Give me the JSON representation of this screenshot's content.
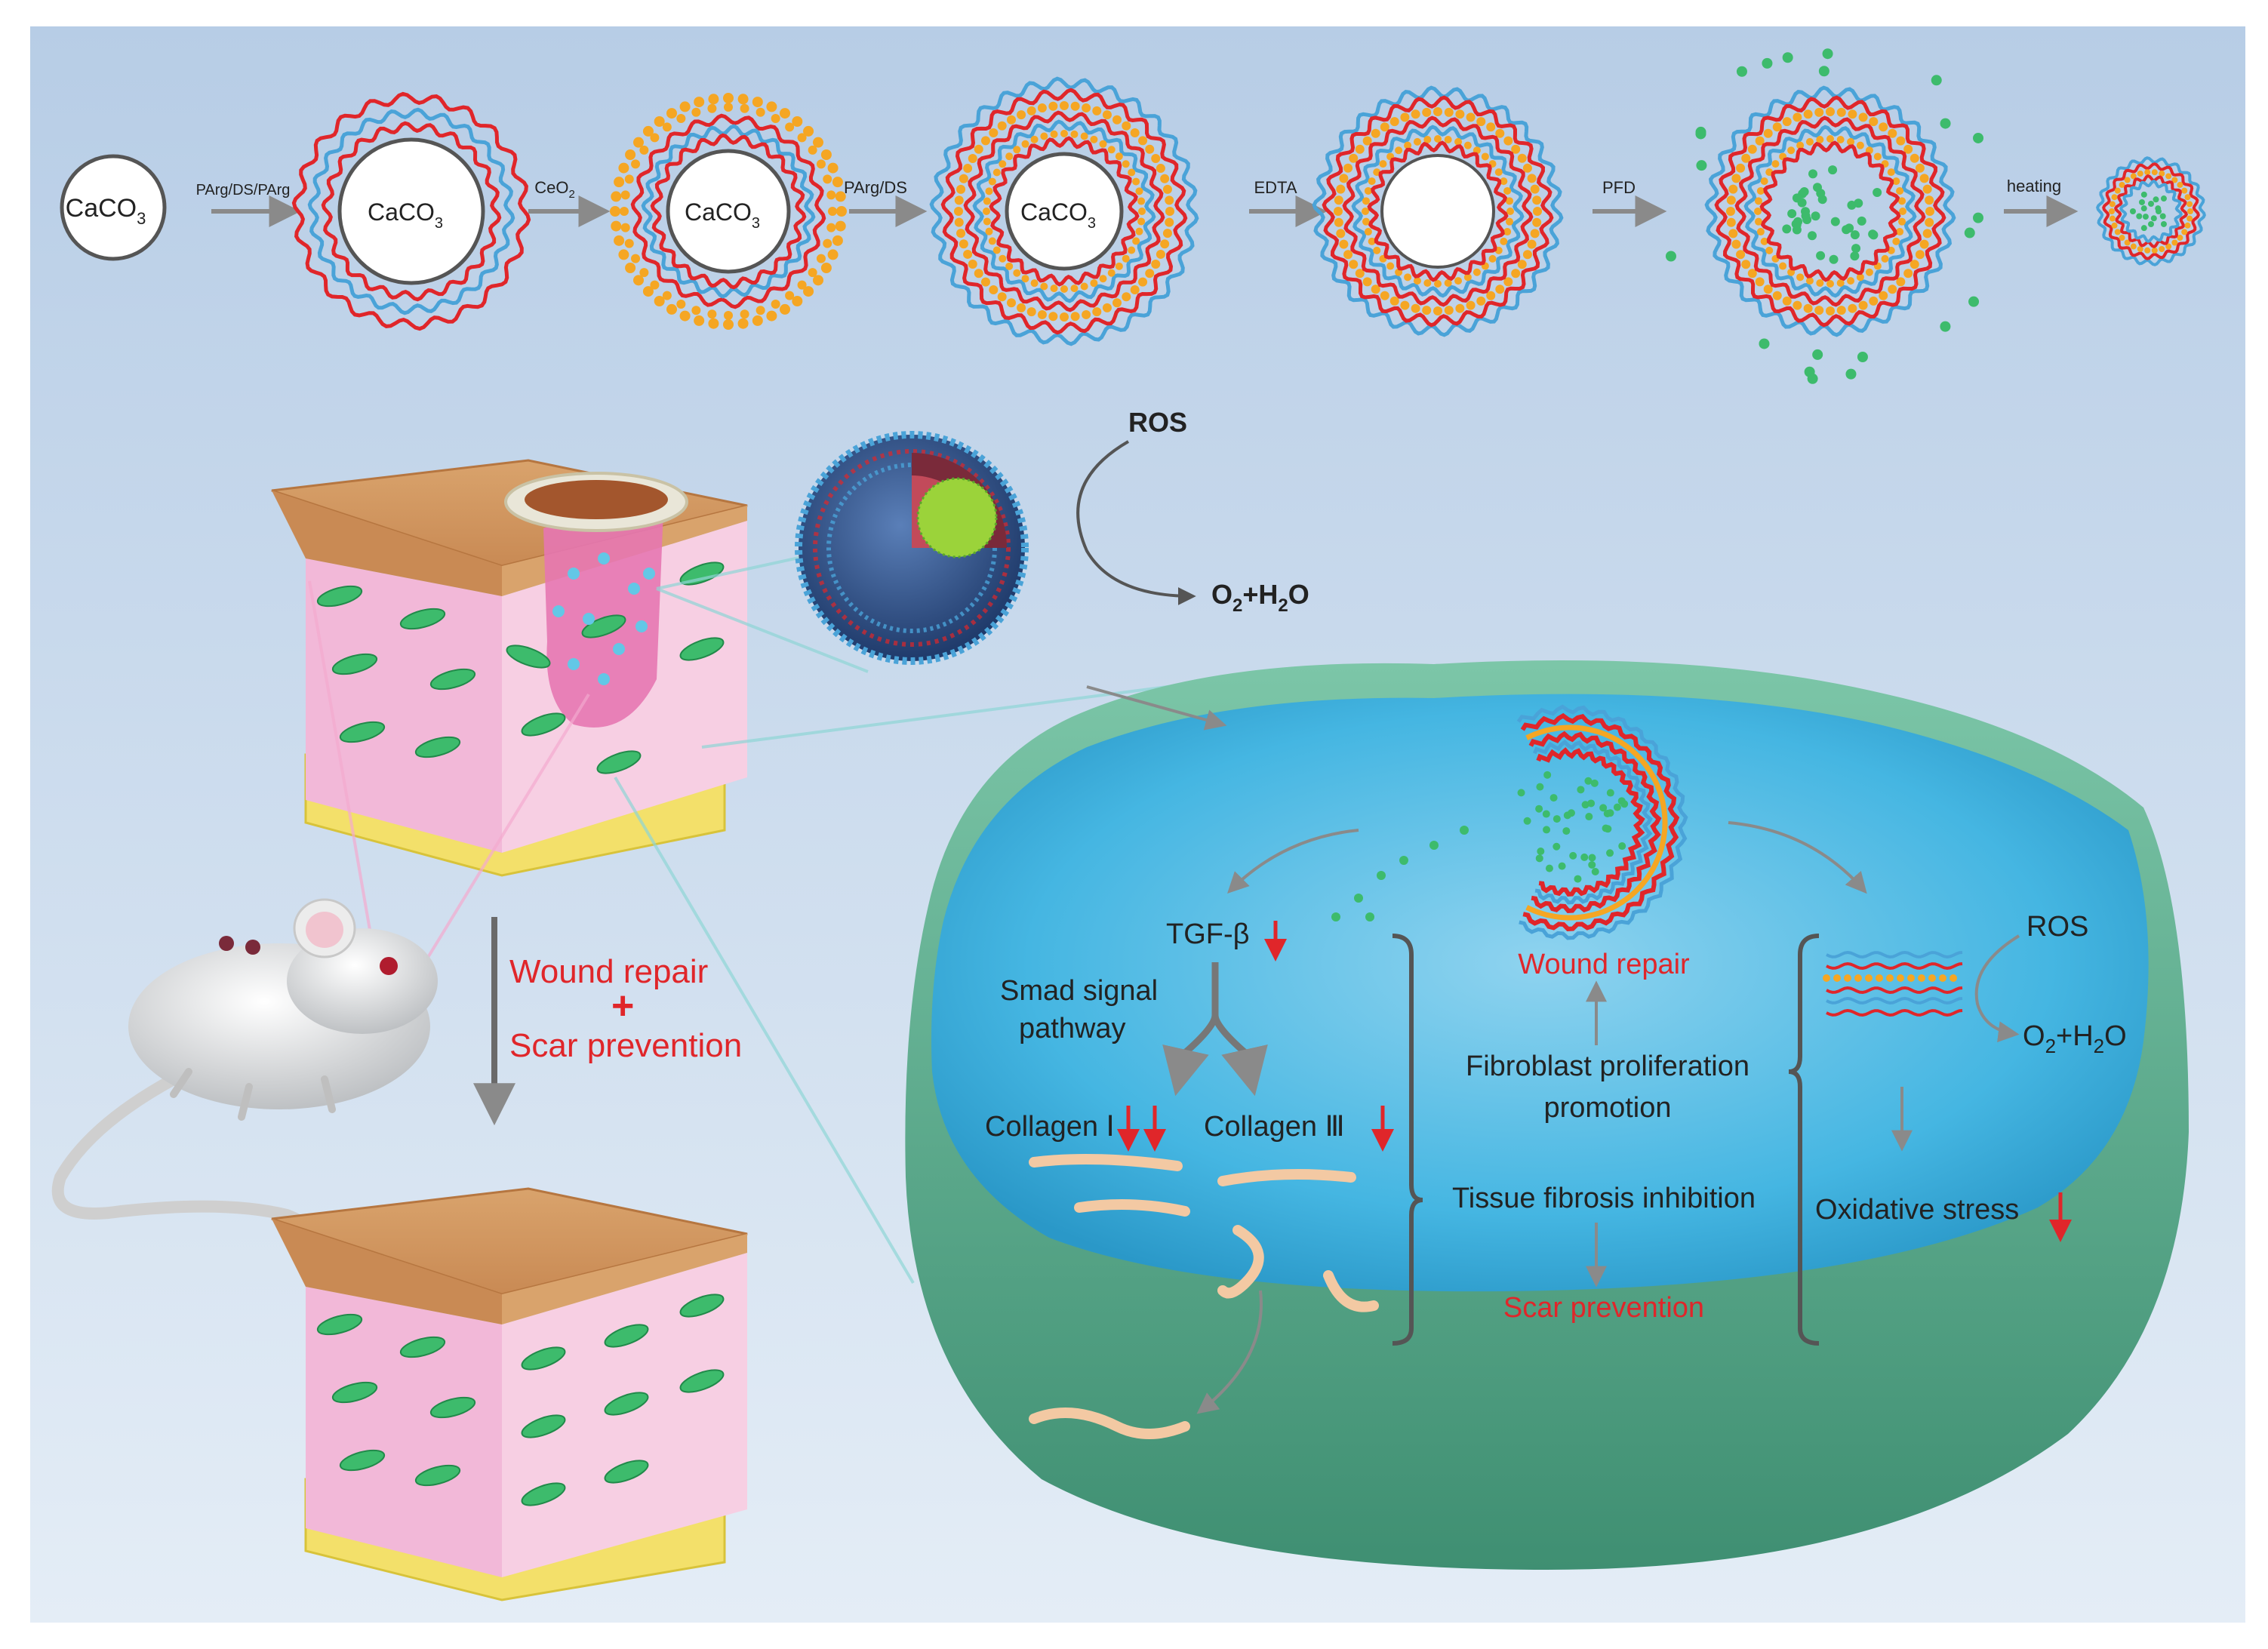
{
  "synthesis": {
    "caco3": "CaCO",
    "caco3_sub": "3",
    "steps": [
      "PArg/DS/PArg",
      "CeO",
      "PArg/DS",
      "EDTA",
      "PFD",
      "heating"
    ],
    "ceo2_sub": "2"
  },
  "nanozyme": {
    "ros": "ROS",
    "product_o": "O",
    "product_sub": "2",
    "product_rest": "+H",
    "product_sub2": "2",
    "product_end": "O"
  },
  "outcome": {
    "wound_repair": "Wound repair",
    "plus": "+",
    "scar_prevention": "Scar prevention"
  },
  "cell": {
    "tgf": "TGF-β",
    "smad_line1": "Smad signal",
    "smad_line2": "pathway",
    "collagen1": "Collagen Ⅰ",
    "collagen3": "Collagen Ⅲ",
    "wound_repair": "Wound repair",
    "fibro_line1": "Fibroblast proliferation",
    "fibro_line2": "promotion",
    "fibrosis": "Tissue fibrosis inhibition",
    "scar_prevention": "Scar prevention",
    "ros": "ROS",
    "oxidative": "Oxidative stress"
  },
  "colors": {
    "background_top": "#b7cde6",
    "background_bottom": "#dfe9f4",
    "pdarg_red": "#e0262a",
    "ds_blue": "#4aa3d8",
    "ceo2_orange": "#f5a623",
    "drug_green": "#3dbb6c",
    "cell_green": "#5aa98c",
    "cytoplasm_blue": "#43b4e0",
    "emphasis_red": "#e0262a"
  }
}
